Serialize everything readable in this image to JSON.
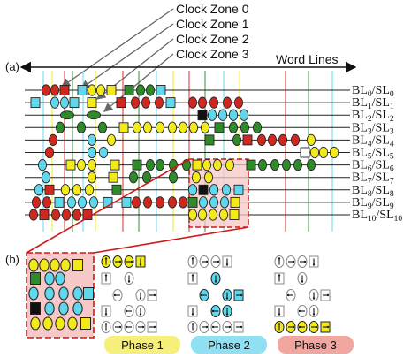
{
  "panel_a_label": "(a)",
  "panel_b_label": "(b)",
  "clock_zones": [
    "Clock Zone 0",
    "Clock Zone 1",
    "Clock Zone 2",
    "Clock Zone 3"
  ],
  "axis_label": "Word Lines",
  "bitlines": [
    {
      "bl": "0",
      "sl": "0"
    },
    {
      "bl": "1",
      "sl": "1"
    },
    {
      "bl": "2",
      "sl": "2"
    },
    {
      "bl": "3",
      "sl": "3"
    },
    {
      "bl": "4",
      "sl": "4"
    },
    {
      "bl": "5",
      "sl": "5"
    },
    {
      "bl": "6",
      "sl": "6"
    },
    {
      "bl": "7",
      "sl": "7"
    },
    {
      "bl": "8",
      "sl": "8"
    },
    {
      "bl": "9",
      "sl": "9"
    },
    {
      "bl": "10",
      "sl": "10"
    }
  ],
  "phases": [
    "Phase 1",
    "Phase 2",
    "Phase 3"
  ],
  "colors": {
    "zone0_red": "#d0281e",
    "zone1_green": "#2f8a2a",
    "zone2_yellow": "#f2ea1a",
    "zone3_cyan": "#5fd8ee",
    "black": "#111111",
    "highlight_fill": "#f6c8c8",
    "highlight_border": "#d01818",
    "phase1_fill": "#f6f07a",
    "phase2_fill": "#8fe0f2",
    "phase3_fill": "#f2a6a0"
  }
}
